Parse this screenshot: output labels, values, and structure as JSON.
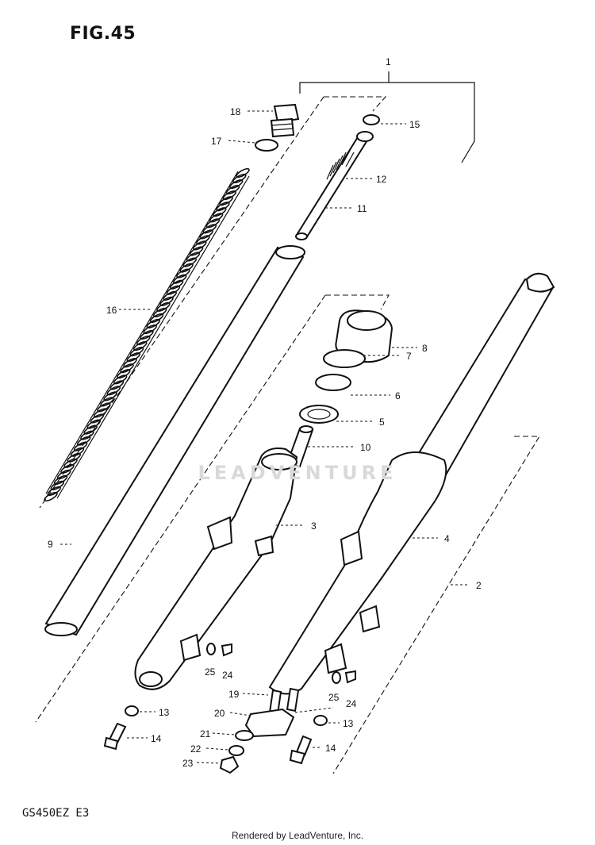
{
  "figure": {
    "title": "FIG.45"
  },
  "footer": {
    "model": "GS450EZ E3",
    "credit": "Rendered by LeadVenture, Inc."
  },
  "watermark": {
    "text": "LEADVENTURE"
  },
  "callouts": [
    {
      "id": "c1",
      "label": "1"
    },
    {
      "id": "c2",
      "label": "2"
    },
    {
      "id": "c3",
      "label": "3"
    },
    {
      "id": "c4",
      "label": "4"
    },
    {
      "id": "c5",
      "label": "5"
    },
    {
      "id": "c6",
      "label": "6"
    },
    {
      "id": "c7",
      "label": "7"
    },
    {
      "id": "c8",
      "label": "8"
    },
    {
      "id": "c9",
      "label": "9"
    },
    {
      "id": "c10",
      "label": "10"
    },
    {
      "id": "c11",
      "label": "11"
    },
    {
      "id": "c12",
      "label": "12"
    },
    {
      "id": "c13a",
      "label": "13"
    },
    {
      "id": "c13b",
      "label": "13"
    },
    {
      "id": "c14a",
      "label": "14"
    },
    {
      "id": "c14b",
      "label": "14"
    },
    {
      "id": "c15",
      "label": "15"
    },
    {
      "id": "c16",
      "label": "16"
    },
    {
      "id": "c17",
      "label": "17"
    },
    {
      "id": "c18",
      "label": "18"
    },
    {
      "id": "c19",
      "label": "19"
    },
    {
      "id": "c20",
      "label": "20"
    },
    {
      "id": "c21",
      "label": "21"
    },
    {
      "id": "c22",
      "label": "22"
    },
    {
      "id": "c23",
      "label": "23"
    },
    {
      "id": "c24a",
      "label": "24"
    },
    {
      "id": "c24b",
      "label": "24"
    },
    {
      "id": "c25a",
      "label": "25"
    },
    {
      "id": "c25b",
      "label": "25"
    }
  ]
}
